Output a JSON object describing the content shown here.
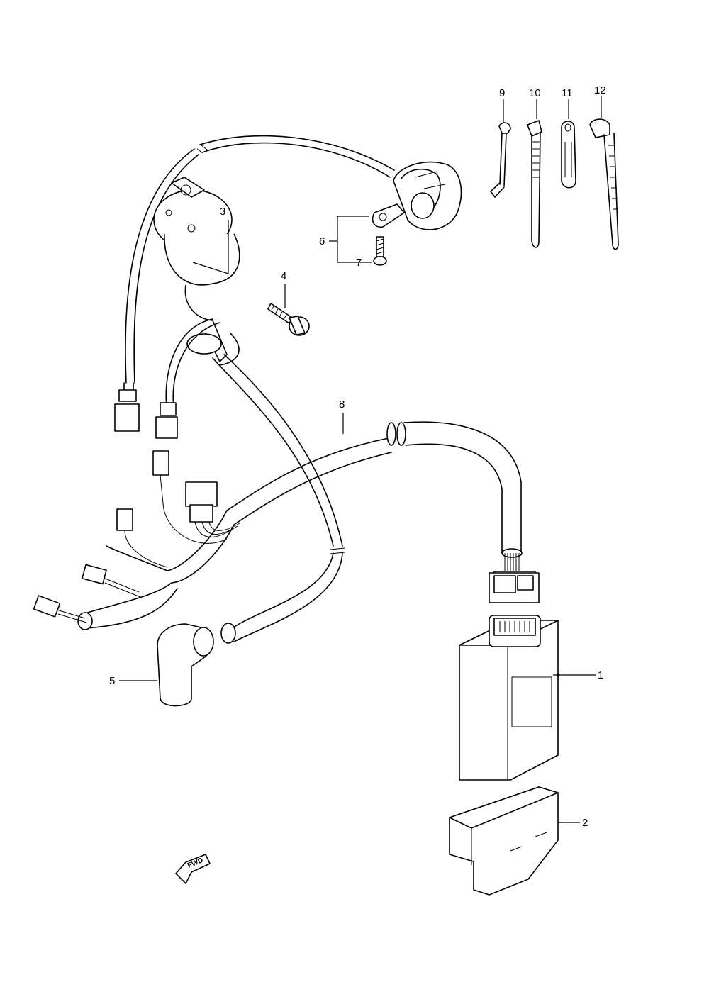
{
  "callouts": {
    "c1": "1",
    "c2": "2",
    "c3": "3",
    "c4": "4",
    "c5": "5",
    "c6": "6",
    "c7": "7",
    "c8": "8",
    "c9": "9",
    "c10": "10",
    "c11": "11",
    "c12": "12"
  },
  "fwd_label": "FWD",
  "line_color": "#000000",
  "background_color": "#ffffff"
}
